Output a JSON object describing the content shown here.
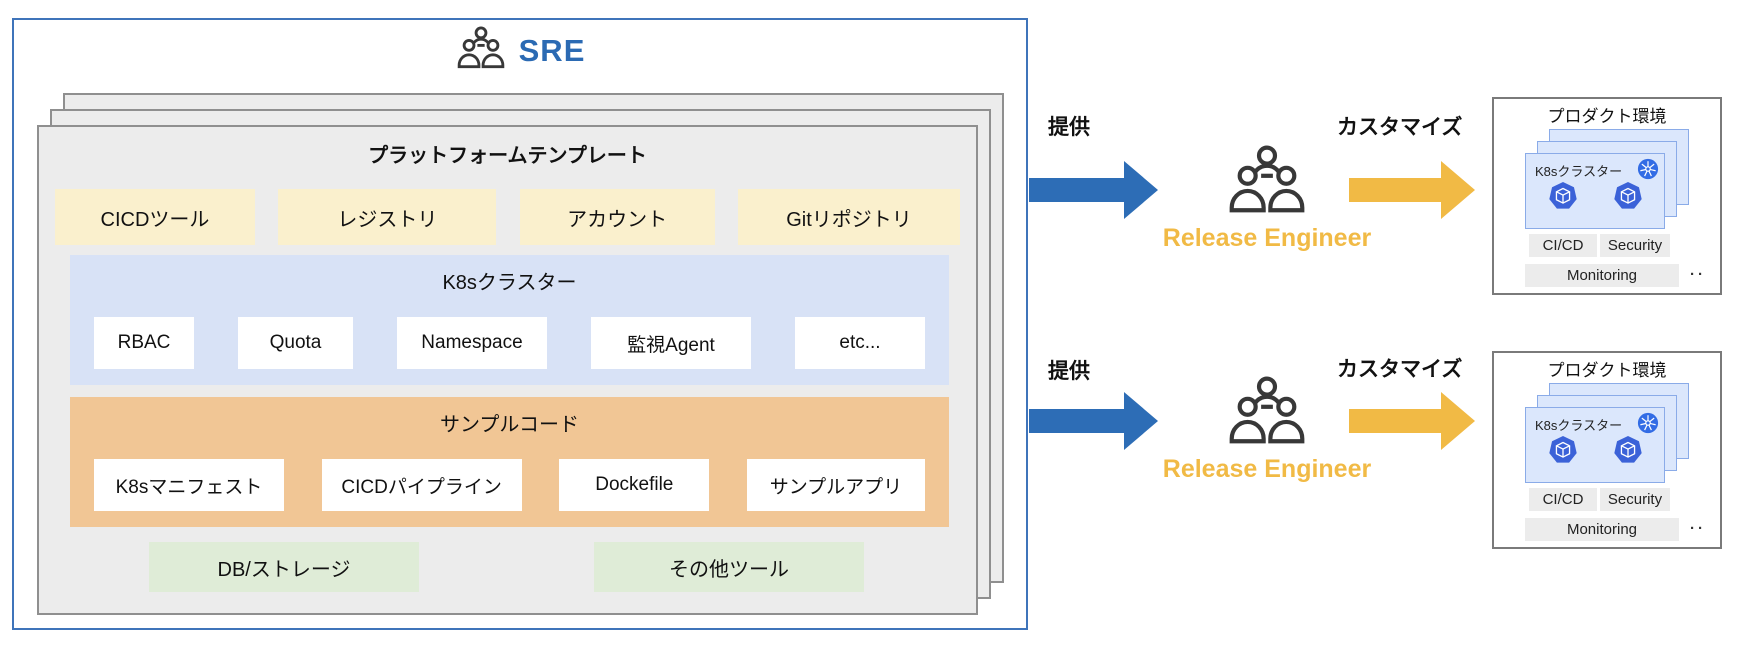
{
  "sre": {
    "title": "SRE",
    "panel_title": "プラットフォームテンプレート",
    "infra_items": [
      "CICDツール",
      "レジストリ",
      "アカウント",
      "Gitリポジトリ"
    ],
    "k8s_section": {
      "title": "K8sクラスター",
      "items": [
        "RBAC",
        "Quota",
        "Namespace",
        "監視Agent",
        "etc..."
      ]
    },
    "sample_section": {
      "title": "サンプルコード",
      "items": [
        "K8sマニフェスト",
        "CICDパイプライン",
        "Dockefile",
        "サンプルアプリ"
      ]
    },
    "extra_items": [
      "DB/ストレージ",
      "その他ツール"
    ]
  },
  "flows": [
    {
      "provide_label": "提供",
      "engineer_label": "Release Engineer",
      "customize_label": "カスタマイズ",
      "product": {
        "title": "プロダクト環境",
        "cluster_label": "K8sクラスター",
        "chips": [
          "CI/CD",
          "Security",
          "Monitoring"
        ],
        "ellipsis": "··"
      }
    },
    {
      "provide_label": "提供",
      "engineer_label": "Release Engineer",
      "customize_label": "カスタマイズ",
      "product": {
        "title": "プロダクト環境",
        "cluster_label": "K8sクラスター",
        "chips": [
          "CI/CD",
          "Security",
          "Monitoring"
        ],
        "ellipsis": "··"
      }
    }
  ],
  "colors": {
    "accent_blue": "#2d6db6",
    "border_blue": "#3f74ba",
    "accent_amber": "#f1ba45",
    "k8s_blue": "#326ce5",
    "pod_blue": "#3b62d8",
    "infra_yellow": "#faf0cd",
    "cluster_section_blue": "#d8e2f6",
    "sample_orange": "#f1c695",
    "extra_green": "#dfecd7",
    "card_gray": "#ececec"
  }
}
